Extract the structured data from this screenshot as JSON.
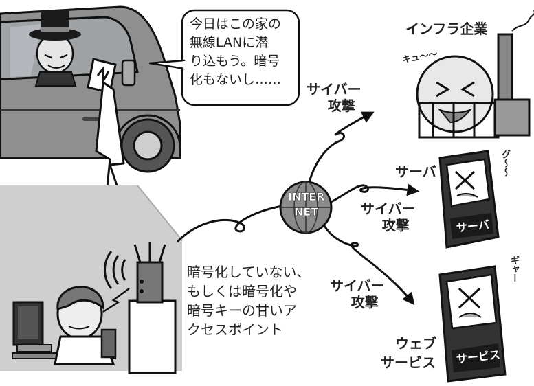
{
  "speech_bubble": {
    "lines": [
      "今日はこの家の",
      "無線LANに潜",
      "り込もう。暗号",
      "化もないし……"
    ]
  },
  "internet": {
    "top": "INTER",
    "bottom": "NET"
  },
  "labels": {
    "infra_company": "インフラ企業",
    "server": "サーバ",
    "web_service_line1": "ウェブ",
    "web_service_line2": "サービス",
    "cyber_attack_1_line1": "サイバー",
    "cyber_attack_1_line2": "攻撃",
    "cyber_attack_2_line1": "サイバー",
    "cyber_attack_2_line2": "攻撃",
    "cyber_attack_3_line1": "サイバー",
    "cyber_attack_3_line2": "攻撃"
  },
  "access_point_caption": {
    "lines": [
      "暗号化していない、",
      "もしくは暗号化や",
      "暗号キーの甘いア",
      "クセスポイント"
    ]
  },
  "sound_effects": {
    "factory": "キュ〜〜",
    "server": "グ〜〜",
    "web": "ギャー"
  },
  "screen_signs": {
    "server": "サーバ",
    "web": "サービス"
  }
}
